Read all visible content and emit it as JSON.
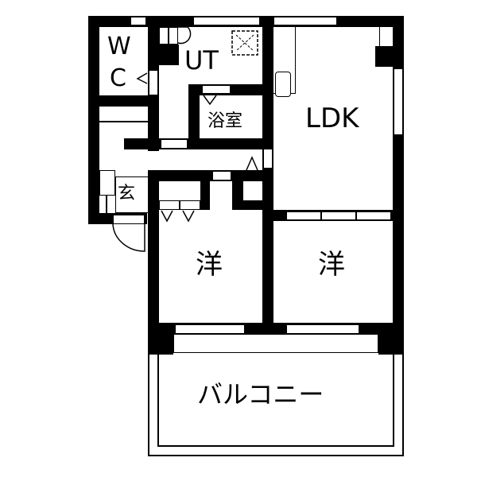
{
  "floorplan": {
    "rooms": [
      {
        "id": "wc",
        "label_line1": "W",
        "label_line2": "C"
      },
      {
        "id": "ut",
        "label": "UT"
      },
      {
        "id": "bath",
        "label": "浴室"
      },
      {
        "id": "ldk",
        "label": "LDK"
      },
      {
        "id": "entrance",
        "label": "玄"
      },
      {
        "id": "western1",
        "label": "洋"
      },
      {
        "id": "western2",
        "label": "洋"
      },
      {
        "id": "balcony",
        "label": "バルコニー"
      }
    ],
    "colors": {
      "wall": "#000000",
      "background": "#ffffff"
    }
  }
}
